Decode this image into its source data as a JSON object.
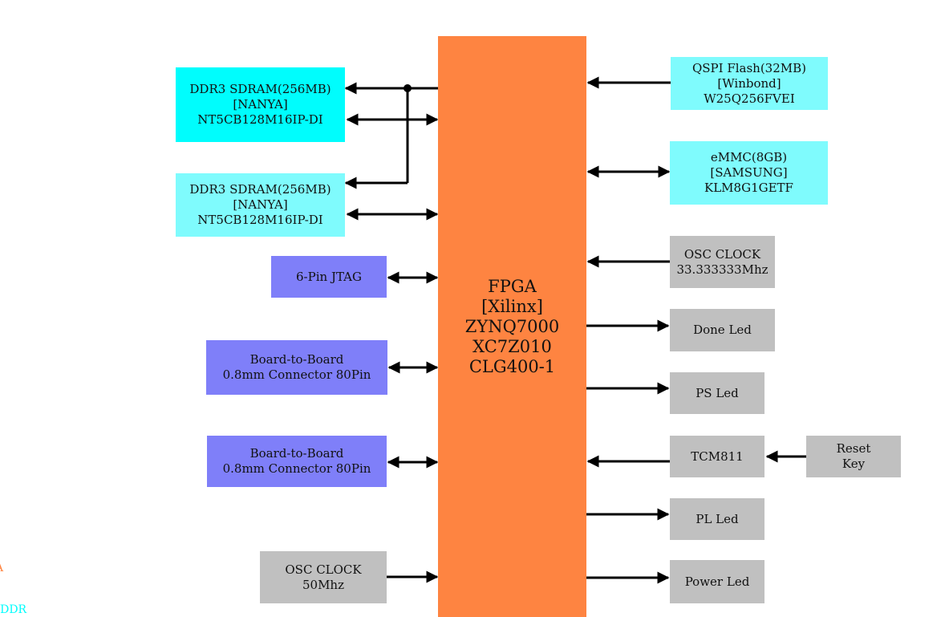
{
  "fpga": {
    "lines": [
      "FPGA",
      "[Xilinx]",
      "ZYNQ7000",
      "XC7Z010",
      "CLG400-1"
    ]
  },
  "left_blocks": {
    "ddr3_top": {
      "lines": [
        "DDR3 SDRAM(256MB)",
        "[NANYA]",
        "NT5CB128M16IP-DI"
      ]
    },
    "ddr3_bottom": {
      "lines": [
        "DDR3 SDRAM(256MB)",
        "[NANYA]",
        "NT5CB128M16IP-DI"
      ]
    },
    "jtag": {
      "lines": [
        "6-Pin JTAG"
      ]
    },
    "b2b_1": {
      "lines": [
        "Board-to-Board",
        "0.8mm Connector 80Pin"
      ]
    },
    "b2b_2": {
      "lines": [
        "Board-to-Board",
        "0.8mm Connector 80Pin"
      ]
    },
    "osc_50": {
      "lines": [
        "OSC CLOCK",
        "50Mhz"
      ]
    }
  },
  "right_blocks": {
    "qspi": {
      "lines": [
        "QSPI Flash(32MB)",
        "[Winbond]",
        "W25Q256FVEI"
      ]
    },
    "emmc": {
      "lines": [
        "eMMC(8GB)",
        "[SAMSUNG]",
        "KLM8G1GETF"
      ]
    },
    "osc_33": {
      "lines": [
        "OSC CLOCK",
        "33.333333Mhz"
      ]
    },
    "done_led": {
      "lines": [
        "Done Led"
      ]
    },
    "ps_led": {
      "lines": [
        "PS Led"
      ]
    },
    "tcm811": {
      "lines": [
        "TCM811"
      ]
    },
    "reset_key": {
      "lines": [
        "Reset",
        "Key"
      ]
    },
    "pl_led": {
      "lines": [
        "PL Led"
      ]
    },
    "power_led": {
      "lines": [
        "Power Led"
      ]
    }
  },
  "legend": {
    "item1": "A",
    "item2": "VDDR"
  },
  "colors": {
    "fpga": "#fe8441",
    "memory": "#7ffbfd",
    "memory_bright": "#00fdfd",
    "connector": "#7f7ff9",
    "peripheral": "#c0c0c0",
    "wire": "#000000",
    "legend_1": "#fe8441",
    "legend_2": "#00fdfd"
  }
}
